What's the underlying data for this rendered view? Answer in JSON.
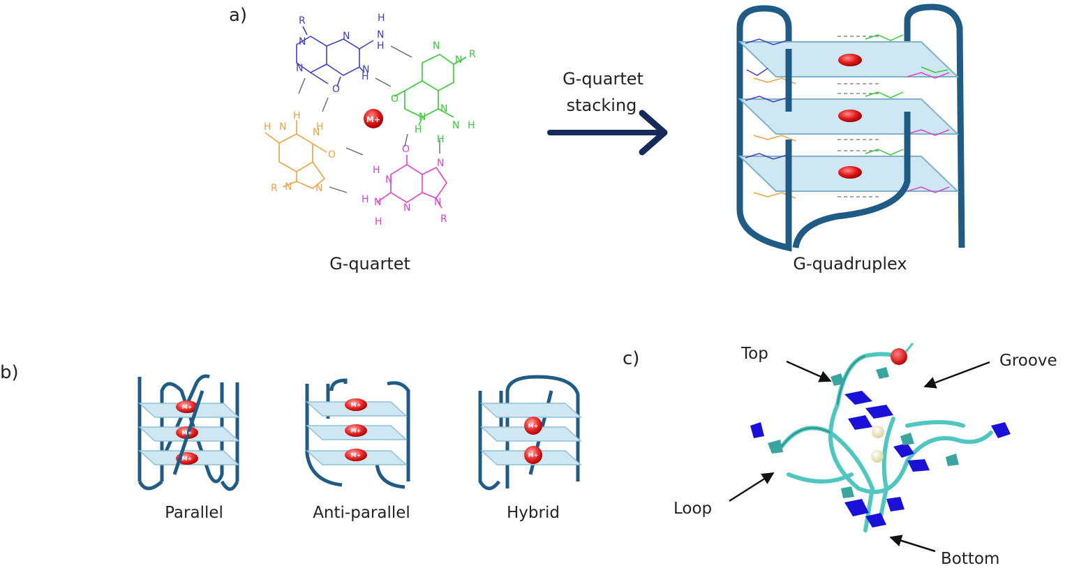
{
  "panel_a": {
    "letter": "a)",
    "quartet_label": "G-quartet",
    "arrow_label_line1": "G-quartet",
    "arrow_label_line2": "stacking",
    "quadruplex_label": "G-quadruplex",
    "ion_label": "M+",
    "colors": {
      "blue": "#3b3fc0",
      "green": "#33cc33",
      "orange": "#f0a040",
      "magenta": "#e040d0",
      "strand": "#1f5b85",
      "arrow": "#152a5a",
      "plate": "#cfe7f2",
      "ion": "#e01818"
    }
  },
  "panel_b": {
    "letter": "b)",
    "topologies": [
      "Parallel",
      "Anti-parallel",
      "Hybrid"
    ],
    "ion_label": "M+"
  },
  "panel_c": {
    "letter": "c)",
    "labels": {
      "top": "Top",
      "groove": "Groove",
      "loop": "Loop",
      "bottom": "Bottom"
    },
    "colors": {
      "backbone": "#4fc7c0",
      "base_dark": "#1a10d8",
      "ion_sphere": "#f0f0c0",
      "terminus": "#e01010"
    }
  }
}
